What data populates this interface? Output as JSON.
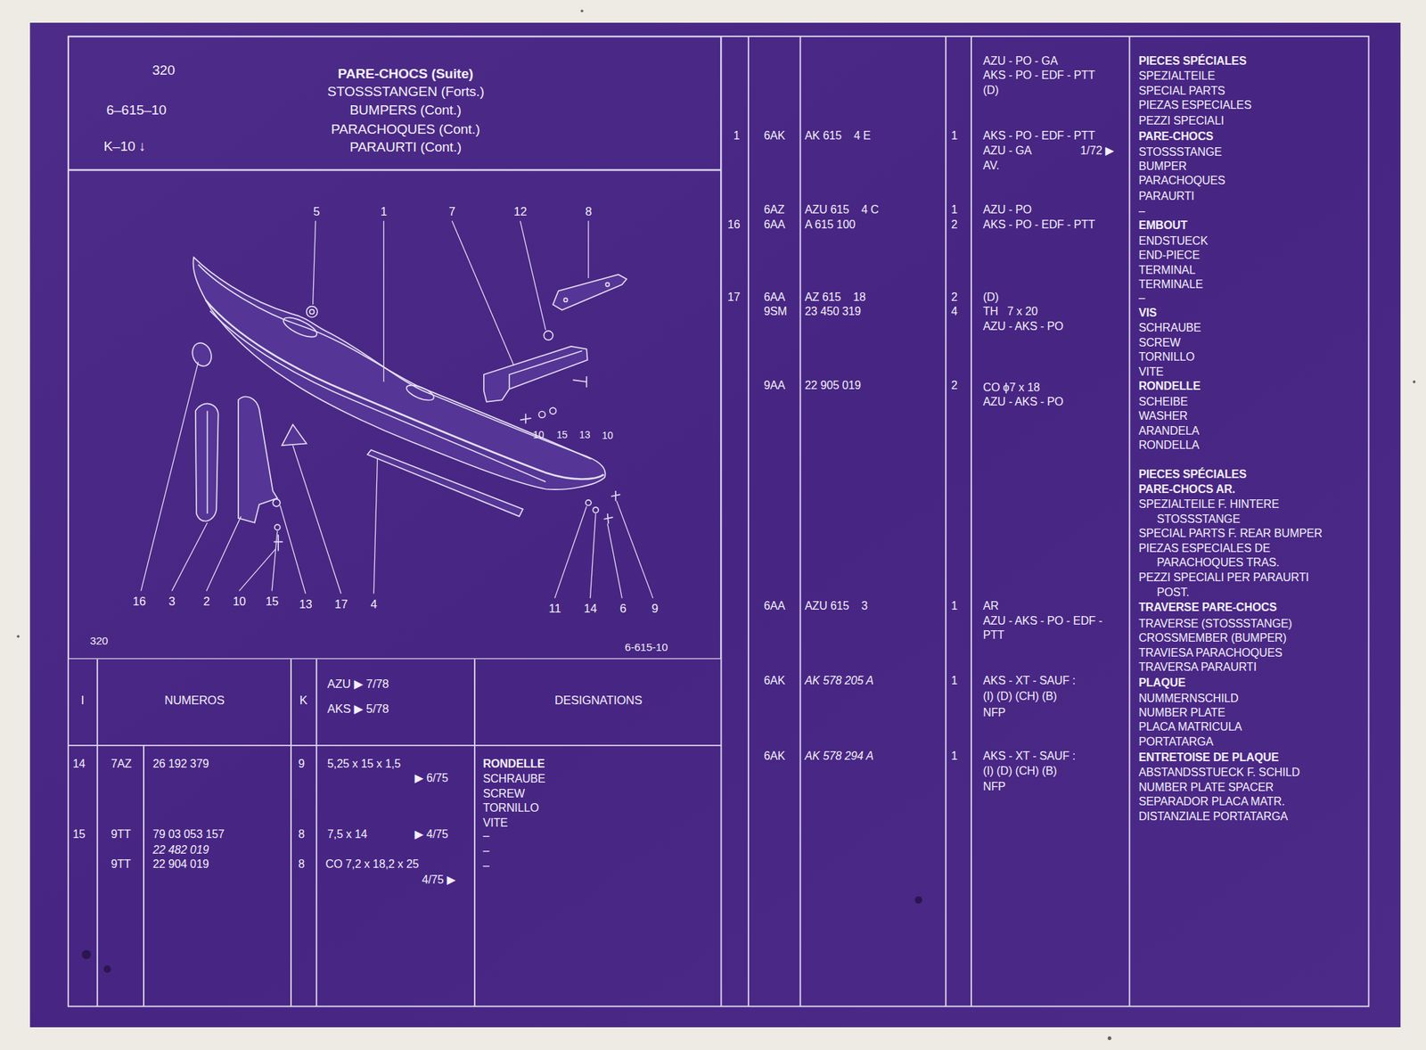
{
  "diagram": {
    "nodes": [
      {
        "text": [
          "320",
          "6–615–10",
          "K–10 ↓",
          "PARE-CHOCS (Suite)",
          "STOSSSTANGEN (Forts.)",
          "BUMPERS (Cont.)",
          "PARACHOQUES (Cont.)",
          "PARAURTI (Cont.)"
        ]
      },
      {
        "text": [
          "320",
          "6-615-10"
        ]
      }
    ],
    "labels": [
      "5",
      "1",
      "7",
      "12",
      "8",
      "10",
      "15",
      "13",
      "10",
      "16",
      "3",
      "2",
      "10",
      "15",
      "13",
      "17",
      "4",
      "11",
      "14",
      "6",
      "9",
      "I",
      "NUMEROS",
      "K",
      "AZU ▶ 7/78",
      "AKS ▶ 5/78",
      "DESIGNATIONS",
      "14",
      "7AZ",
      "26 192 379",
      "9",
      "5,25 x 15 x 1,5",
      "▶ 6/75",
      "RONDELLE",
      "SCHRAUBE",
      "SCREW",
      "TORNILLO",
      "VITE",
      "15",
      "9TT",
      "79 03 053 157",
      "22 482 019",
      "8",
      "7,5 x 14",
      "▶ 4/75",
      "–",
      "–",
      "9TT",
      "22 904 019",
      "8",
      "CO 7,2 x 18,2 x 25",
      "4/75 ▶",
      "–",
      "AZU - PO - GA",
      "AKS - PO - EDF - PTT",
      "(D)",
      "1",
      "6AK",
      "AK 615    4 E",
      "1",
      "AKS - PO - EDF - PTT",
      "AZU - GA",
      "1/72 ▶",
      "AV.",
      "6AZ",
      "AZU 615    4 C",
      "1",
      "AZU - PO",
      "16",
      "6AA",
      "A 615 100",
      "2",
      "AKS - PO - EDF - PTT",
      "17",
      "6AA",
      "AZ 615    18",
      "2",
      "(D)",
      "9SM",
      "23 450 319",
      "4",
      "TH   7 x 20",
      "AZU - AKS - PO",
      "9AA",
      "22 905 019",
      "2",
      "CO ϕ7 x 18",
      "AZU - AKS - PO",
      "6AA",
      "AZU 615    3",
      "1",
      "AR",
      "AZU - AKS - PO - EDF -",
      "PTT",
      "6AK",
      "AK 578 205 A",
      "1",
      "AKS - XT - SAUF :",
      "(I) (D) (CH) (B)",
      "NFP",
      "6AK",
      "AK 578 294 A",
      "1",
      "AKS - XT - SAUF :",
      "(I) (D) (CH) (B)",
      "NFP",
      "PIECES SPÉCIALES",
      "SPEZIALTEILE",
      "SPECIAL PARTS",
      "PIEZAS ESPECIALES",
      "PEZZI SPECIALI",
      "PARE-CHOCS",
      "STOSSSTANGE",
      "BUMPER",
      "PARACHOQUES",
      "PARAURTI",
      "–",
      "EMBOUT",
      "ENDSTUECK",
      "END-PIECE",
      "TERMINAL",
      "TERMINALE",
      "–",
      "VIS",
      "SCHRAUBE",
      "SCREW",
      "TORNILLO",
      "VITE",
      "RONDELLE",
      "SCHEIBE",
      "WASHER",
      "ARANDELA",
      "RONDELLA",
      "PIECES SPÉCIALES",
      "PARE-CHOCS AR.",
      "SPEZIALTEILE F. HINTERE",
      "STOSSSTANGE",
      "SPECIAL PARTS F. REAR BUMPER",
      "PIEZAS ESPECIALES DE",
      "PARACHOQUES TRAS.",
      "PEZZI SPECIALI PER PARAURTI",
      "POST.",
      "TRAVERSE PARE-CHOCS",
      "TRAVERSE (STOSSSTANGE)",
      "CROSSMEMBER (BUMPER)",
      "TRAVIESA PARACHOQUES",
      "TRAVERSA PARAURTI",
      "PLAQUE",
      "NUMMERNSCHILD",
      "NUMBER PLATE",
      "PLACA MATRICULA",
      "PORTATARGA",
      "ENTRETOISE DE PLAQUE",
      "ABSTANDSSTUECK F. SCHILD",
      "NUMBER PLATE SPACER",
      "SEPARADOR PLACA MATR.",
      "DISTANZIALE PORTATARGA"
    ]
  }
}
